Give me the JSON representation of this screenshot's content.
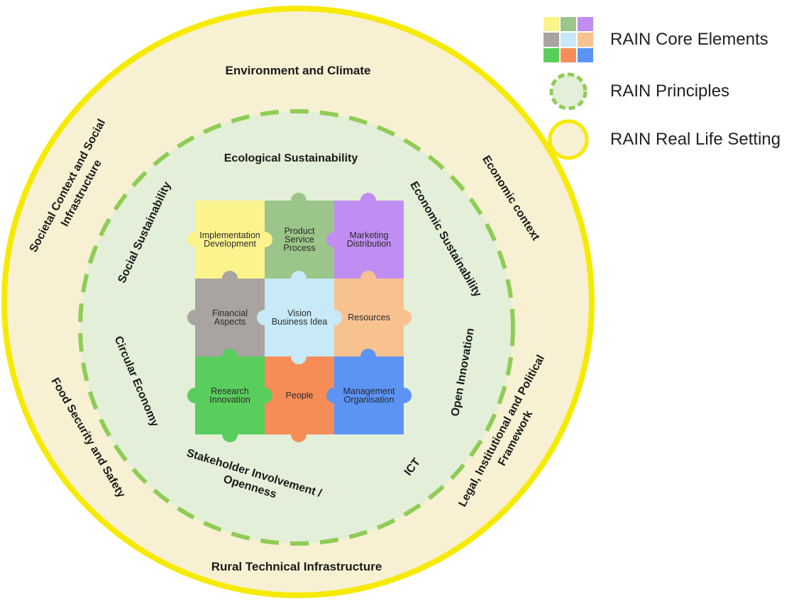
{
  "outer_ring": {
    "top": "Environment and Climate",
    "bottom": "Rural Technical Infrastructure",
    "left_top_line1": "Societal Context and Social",
    "left_top_line2": "Infrastructure",
    "left_bottom": "Food Security and Safety",
    "right_top": "Economic context",
    "right_bottom_line1": "Legal, Institutional and Political",
    "right_bottom_line2": "Framework"
  },
  "principles": {
    "top": "Ecological Sustainability",
    "upper_left": "Social Sustainability",
    "upper_right": "Economic Sustainability",
    "left": "Circular Economy",
    "right": "Open Innovation",
    "bottom_line1": "Stakeholder Involvement /",
    "bottom_line2": "Openness",
    "bottom_right": "ICT"
  },
  "core_elements": [
    {
      "lines": [
        "Implementation",
        "Development"
      ],
      "color": "#fbf48c"
    },
    {
      "lines": [
        "Product",
        "Service",
        "Process"
      ],
      "color": "#9cc589"
    },
    {
      "lines": [
        "Marketing",
        "Distribution"
      ],
      "color": "#c08ef2"
    },
    {
      "lines": [
        "Financial",
        "Aspects"
      ],
      "color": "#a9a3a1"
    },
    {
      "lines": [
        "Vision",
        "Business Idea"
      ],
      "color": "#c7e9f8"
    },
    {
      "lines": [
        "Resources"
      ],
      "color": "#f8c290"
    },
    {
      "lines": [
        "Research",
        "Innovation"
      ],
      "color": "#59ce5c"
    },
    {
      "lines": [
        "People"
      ],
      "color": "#f68d57"
    },
    {
      "lines": [
        "Management",
        "Organisation"
      ],
      "color": "#5b94f5"
    }
  ],
  "legend": {
    "core_elements": "RAIN Core Elements",
    "principles": "RAIN Principles",
    "real_life_setting": "RAIN Real Life Setting"
  },
  "colors": {
    "outer_fill": "#f7f0d2",
    "outer_border": "#f5ea00",
    "inner_fill": "#e3efd8",
    "dash": "#8fcc55"
  }
}
